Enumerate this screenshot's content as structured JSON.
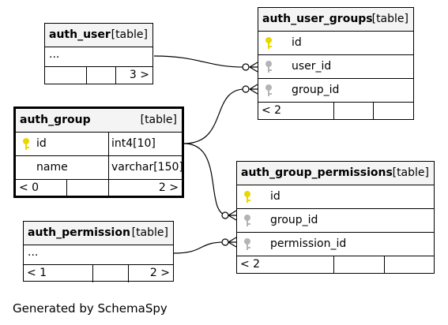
{
  "tables": {
    "auth_user": {
      "name": "auth_user",
      "kind": "[table]",
      "ellipsis": "...",
      "footer": [
        "",
        "",
        "3 >"
      ]
    },
    "auth_user_groups": {
      "name": "auth_user_groups",
      "kind": "[table]",
      "columns": [
        {
          "name": "id",
          "key": "primary"
        },
        {
          "name": "user_id",
          "key": "foreign"
        },
        {
          "name": "group_id",
          "key": "foreign"
        }
      ],
      "footer": [
        "< 2",
        "",
        ""
      ]
    },
    "auth_group": {
      "name": "auth_group",
      "kind": "[table]",
      "columns": [
        {
          "name": "id",
          "type": "int4[10]",
          "key": "primary"
        },
        {
          "name": "name",
          "type": "varchar[150]",
          "key": "none"
        }
      ],
      "footer": [
        "< 0",
        "",
        "2 >"
      ]
    },
    "auth_group_permissions": {
      "name": "auth_group_permissions",
      "kind": "[table]",
      "columns": [
        {
          "name": "id",
          "key": "primary"
        },
        {
          "name": "group_id",
          "key": "foreign"
        },
        {
          "name": "permission_id",
          "key": "foreign"
        }
      ],
      "footer": [
        "< 2",
        "",
        ""
      ]
    },
    "auth_permission": {
      "name": "auth_permission",
      "kind": "[table]",
      "ellipsis": "...",
      "footer": [
        "< 1",
        "",
        "2 >"
      ]
    }
  },
  "colors": {
    "primary_key": "#e8d800",
    "foreign_key": "#b4b4b4",
    "header_bg": "#f4f4f4"
  },
  "caption": "Generated by SchemaSpy"
}
